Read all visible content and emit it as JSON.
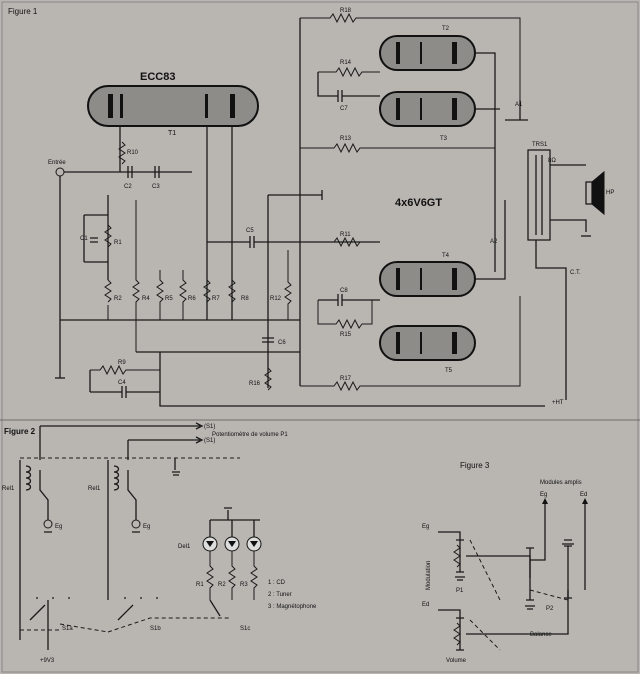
{
  "figures": {
    "fig1": "Figure 1",
    "fig2": "Figure 2",
    "fig3": "Figure 3"
  },
  "tubes": {
    "ecc83": "ECC83",
    "t1": "T1",
    "t2": "T2",
    "t3": "T3",
    "t4": "T4",
    "t5": "T5",
    "power_tubes": "4x6V6GT"
  },
  "resistors": [
    "R1",
    "R2",
    "R3",
    "R4",
    "R5",
    "R6",
    "R7",
    "R8",
    "R9",
    "R10",
    "R11",
    "R12",
    "R13",
    "R14",
    "R15",
    "R16",
    "R17",
    "R18"
  ],
  "capacitors": [
    "C1",
    "C2",
    "C3",
    "C4",
    "C5",
    "C6",
    "C7",
    "C8"
  ],
  "fig1_labels": {
    "input": "Entrée",
    "transformer": "TRS1",
    "secondary": "8Ω",
    "speaker": "HP",
    "a1": "A1",
    "a2": "A2",
    "ct": "C.T.",
    "ht": "+HT"
  },
  "fig2_labels": {
    "pot_note": "Potentiomètre de volume P1",
    "to_s1": "(S1)",
    "to_s1b": "(S1)",
    "relay": "Rel1",
    "relay2": "Rel1",
    "eg_left": "Eg",
    "eg_right": "Eg",
    "diodes": "Del1",
    "r1": "R1",
    "r2": "R2",
    "r3": "R3",
    "s1a": "S1a",
    "s1b": "S1b",
    "s1c": "S1c",
    "supply": "+9V3",
    "legend": [
      "1 : CD",
      "2 : Tuner",
      "3 : Magnétophone"
    ]
  },
  "fig3_labels": {
    "modules": "Modules amplis",
    "eg_out": "Eg",
    "ed_out": "Ed",
    "eg_in": "Eg",
    "ed_in": "Ed",
    "modulation": "Modulation",
    "p1": "P1",
    "p2": "P2",
    "balance": "Balance",
    "volume": "Volume"
  }
}
